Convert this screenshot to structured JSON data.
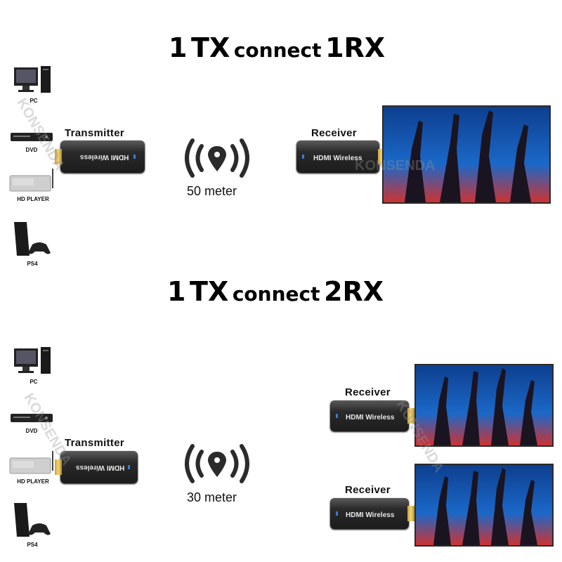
{
  "section1": {
    "title_num": "1",
    "title_tx": "TX",
    "title_mid": "connect",
    "title_rx": "1RX",
    "distance": "50 meter",
    "transmitter_label": "Transmitter",
    "receiver_label": "Receiver",
    "device_text": "HDMI Wireless"
  },
  "section2": {
    "title_num": "1",
    "title_tx": "TX",
    "title_mid": "connect",
    "title_rx": "2RX",
    "distance": "30 meter",
    "transmitter_label": "Transmitter",
    "receiver1_label": "Receiver",
    "receiver2_label": "Receiver",
    "device_text": "HDMI Wireless"
  },
  "sources": [
    "PC",
    "DVD",
    "HD PLAYER",
    "PS4"
  ],
  "watermark": "KONSENDA",
  "colors": {
    "device_body": "#1c1c1c",
    "hdmi_plug": "#d4ad4a",
    "led": "#3b7ad6",
    "signal_icon": "#2b2b2b"
  }
}
